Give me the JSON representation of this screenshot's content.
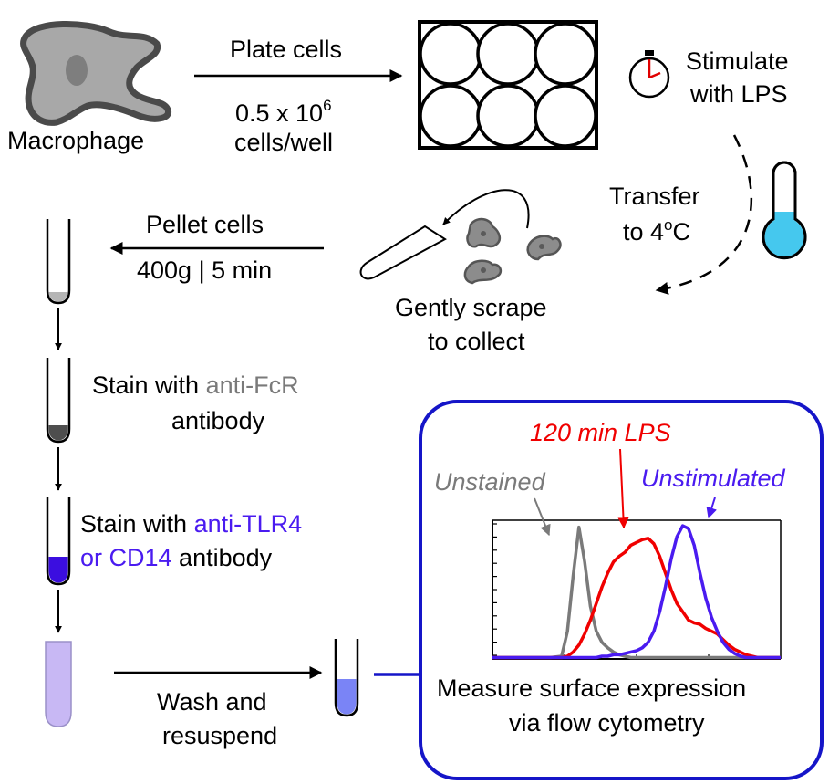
{
  "colors": {
    "frame_blue": "#1515c8",
    "fcr_gray": "#7a7a7a",
    "tlr4_purple": "#4a1bf0",
    "lps_red": "#f00000",
    "thermo_cyan": "#45c8ee",
    "cell_gray": "#a0a0a0"
  },
  "labels": {
    "macrophage": "Macrophage",
    "plate_cells": "Plate cells",
    "density_pre": "0.5 x 10",
    "density_exp": "6",
    "density_unit": "cells/well",
    "stimulate_line1": "Stimulate",
    "stimulate_line2": "with LPS",
    "transfer_line1": "Transfer",
    "transfer_pre": "to 4",
    "transfer_deg": "o",
    "transfer_post": "C",
    "scrape_line1": "Gently scrape",
    "scrape_line2": "to collect",
    "pellet_line1": "Pellet cells",
    "pellet_line2": "400g | 5 min",
    "stain1_pre": "Stain with ",
    "stain1_colored": "anti-FcR",
    "stain1_line2": "antibody",
    "stain2_pre": "Stain with ",
    "stain2_colored": "anti-TLR4",
    "stain2_line2_colored": "or CD14",
    "stain2_line2_post": " antibody",
    "wash_line1": "Wash and",
    "wash_line2": "resuspend",
    "measure_line1": "Measure surface expression",
    "measure_line2": "via flow cytometry"
  },
  "icons": [
    "macrophage-icon",
    "six-well-plate-icon",
    "stopwatch-icon",
    "thermometer-icon",
    "cell-scraper-icon",
    "tube-icon"
  ],
  "chart_data": {
    "type": "line",
    "title": "",
    "xlabel": "",
    "ylabel": "",
    "xlim": [
      0,
      100
    ],
    "ylim": [
      0,
      100
    ],
    "x": [
      0,
      4,
      8,
      12,
      16,
      20,
      24,
      26,
      28,
      30,
      32,
      34,
      36,
      38,
      40,
      42,
      44,
      46,
      48,
      50,
      52,
      54,
      56,
      58,
      60,
      62,
      64,
      66,
      68,
      70,
      72,
      74,
      76,
      78,
      80,
      82,
      84,
      86,
      88,
      90,
      92,
      94,
      96,
      98,
      100
    ],
    "series": [
      {
        "name": "Unstained",
        "color": "#7a7a7a",
        "values": [
          1,
          1,
          1,
          1,
          1,
          1,
          2,
          20,
          60,
          95,
          70,
          38,
          20,
          12,
          8,
          5,
          3,
          2,
          1,
          1,
          1,
          1,
          1,
          1,
          1,
          1,
          1,
          1,
          1,
          1,
          1,
          1,
          1,
          1,
          1,
          1,
          1,
          1,
          1,
          1,
          1,
          1,
          1,
          1,
          1
        ]
      },
      {
        "name": "120 min LPS",
        "color": "#f00000",
        "values": [
          1,
          1,
          1,
          1,
          1,
          1,
          1,
          2,
          5,
          10,
          18,
          28,
          40,
          52,
          62,
          70,
          74,
          77,
          82,
          84,
          86,
          87,
          83,
          74,
          62,
          50,
          40,
          34,
          28,
          26,
          25,
          22,
          20,
          18,
          14,
          10,
          7,
          5,
          3,
          2,
          1,
          1,
          1,
          1,
          1
        ]
      },
      {
        "name": "Unstimulated",
        "color": "#4a1bf0",
        "values": [
          1,
          1,
          1,
          1,
          1,
          1,
          1,
          1,
          1,
          1,
          1,
          1,
          1,
          2,
          2,
          3,
          3,
          4,
          5,
          6,
          8,
          12,
          20,
          34,
          52,
          72,
          88,
          96,
          94,
          82,
          62,
          44,
          30,
          20,
          12,
          7,
          4,
          2,
          1,
          1,
          1,
          1,
          1,
          1,
          1
        ]
      }
    ]
  }
}
